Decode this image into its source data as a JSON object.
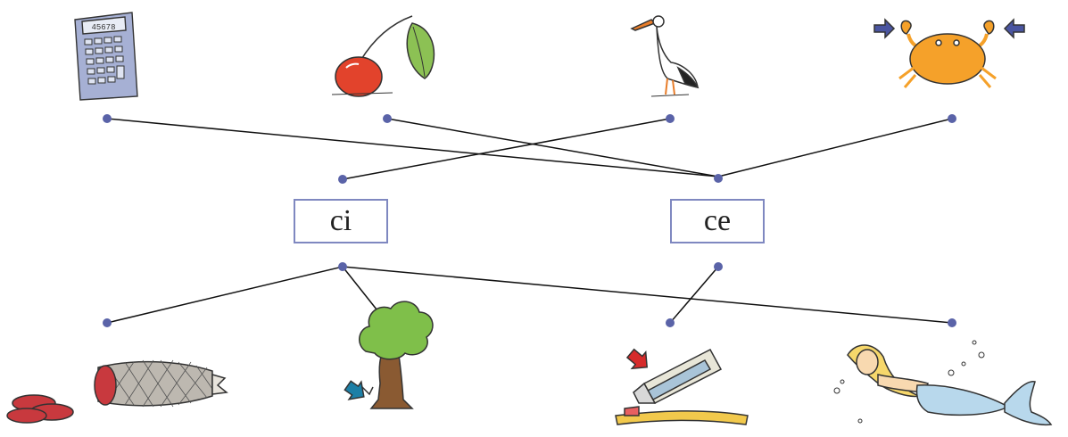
{
  "syllable_boxes": [
    {
      "id": "ci",
      "label": "ci"
    },
    {
      "id": "ce",
      "label": "ce"
    }
  ],
  "calculator_display": "45678",
  "pictures_top": [
    {
      "name": "calculator",
      "connects_to": "ce"
    },
    {
      "name": "cherry",
      "connects_to": "ce"
    },
    {
      "name": "stork",
      "connects_to": "ci"
    },
    {
      "name": "crab",
      "connects_to": "ce"
    }
  ],
  "pictures_bottom": [
    {
      "name": "salami",
      "connects_to": "ci"
    },
    {
      "name": "tree",
      "connects_to": "ci"
    },
    {
      "name": "toothpaste",
      "connects_to": "ce"
    },
    {
      "name": "mermaid",
      "connects_to": "ci"
    }
  ],
  "colors": {
    "dot": "#5a63a8",
    "box_border": "#7f88c0",
    "line": "#111111",
    "arrow_blue": "#4a55a0",
    "arrow_red": "#d62b2b",
    "arrow_teal": "#1d7fa6"
  }
}
